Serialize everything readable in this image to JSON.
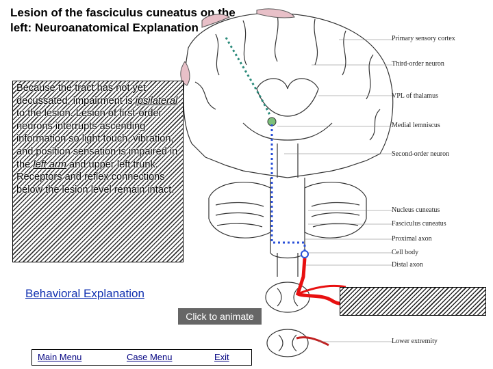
{
  "title": "Lesion of the fasciculus cuneatus on the left: Neuroanatomical Explanation",
  "explanation": {
    "before_ipsi": "Because the tract has not yet decussated, impairment is ",
    "ipsilateral": "ipsilateral",
    "after_ipsi": " to the lesion. Lesion of first-order neurons interrupts ascending information so light touch, vibration, and position sensation is impaired in the ",
    "left_arm": "left arm",
    "after_arm": " and upper left trunk. Receptors and reflex connections below the lesion level remain intact."
  },
  "labels": {
    "primary_sensory_cortex": "Primary sensory cortex",
    "third_order_neuron": "Third-order neuron",
    "vpl_thalamus": "VPL of thalamus",
    "medial_lemniscus": "Medial lemniscus",
    "second_order_neuron": "Second-order neuron",
    "nucleus_cuneatus": "Nucleus cuneatus",
    "fasciculus_cuneatus": "Fasciculus cuneatus",
    "proximal_axon": "Proximal axon",
    "cell_body": "Cell body",
    "distal_axon": "Distal axon",
    "lower_extremity": "Lower extremity"
  },
  "behavioral_link": "Behavioral Explanation",
  "animate_button": "Click to animate",
  "nav": {
    "main_menu": "Main Menu",
    "case_menu": "Case Menu",
    "exit": "Exit"
  },
  "colors": {
    "third_order_path": "#2a8a7a",
    "second_order_path": "#2a50d8",
    "lesion_path": "#e81010",
    "link": "#1030b0"
  }
}
